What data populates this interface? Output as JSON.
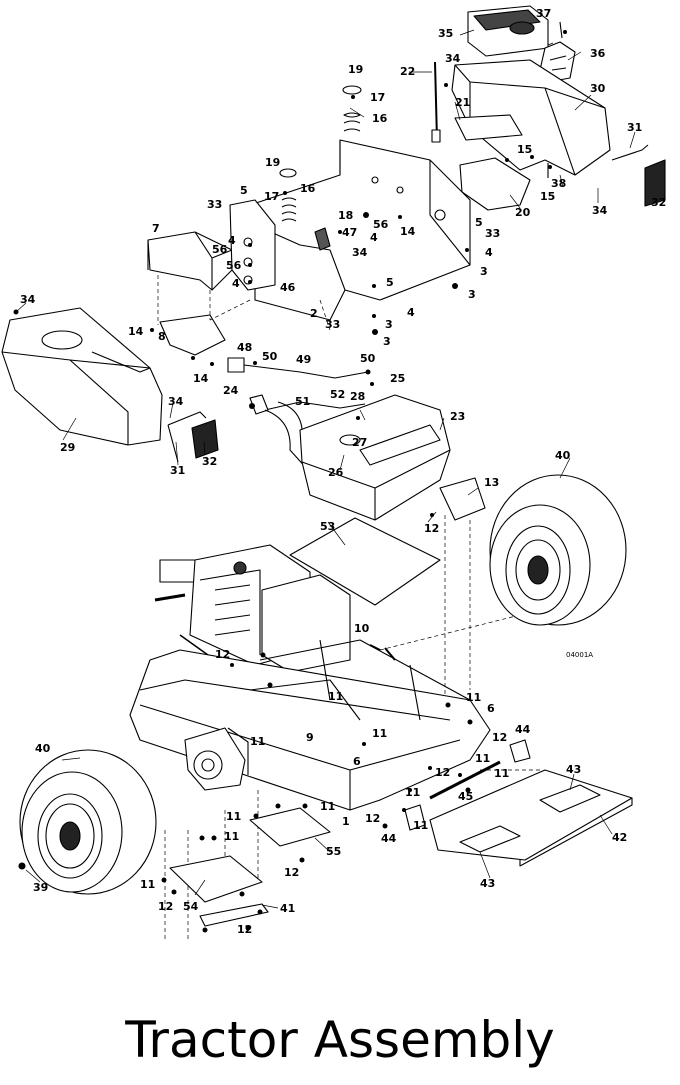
{
  "title": "Tractor Assembly",
  "drawing_code": "04001A",
  "callouts": {
    "c1": "1",
    "c2": "2",
    "c3": "3",
    "c4": "4",
    "c5": "5",
    "c6": "6",
    "c7": "7",
    "c8": "8",
    "c9": "9",
    "c10": "10",
    "c11": "11",
    "c12": "12",
    "c13": "13",
    "c14": "14",
    "c15": "15",
    "c16": "16",
    "c17": "17",
    "c18": "18",
    "c19": "19",
    "c20": "20",
    "c21": "21",
    "c22": "22",
    "c23": "23",
    "c24": "24",
    "c25": "25",
    "c26": "26",
    "c27": "27",
    "c28": "28",
    "c29": "29",
    "c30": "30",
    "c31": "31",
    "c32": "32",
    "c33": "33",
    "c34": "34",
    "c35": "35",
    "c36": "36",
    "c37": "37",
    "c38": "38",
    "c39": "39",
    "c40": "40",
    "c41": "41",
    "c42": "42",
    "c43": "43",
    "c44": "44",
    "c45": "45",
    "c46": "46",
    "c47": "47",
    "c48": "48",
    "c49": "49",
    "c50": "50",
    "c51": "51",
    "c52": "52",
    "c53": "53",
    "c54": "54",
    "c55": "55",
    "c56": "56"
  }
}
